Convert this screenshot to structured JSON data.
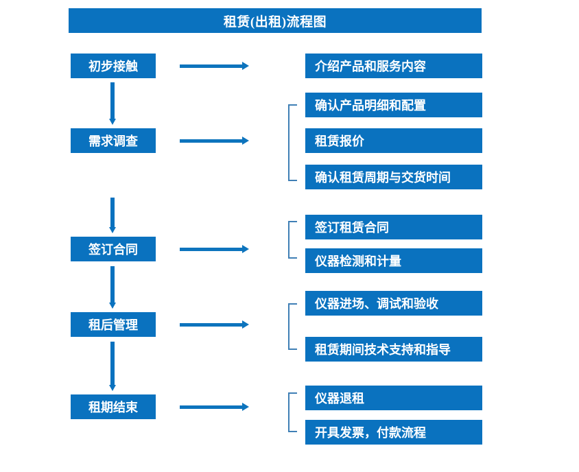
{
  "title": "租赁(出租)流程图",
  "colors": {
    "accent": "#0a72bf",
    "arrow": "#0d74bd",
    "bracket": "#3f7fb5",
    "text_on_accent": "#ffffff",
    "background": "#ffffff"
  },
  "stages": [
    {
      "label": "初步接触"
    },
    {
      "label": "需求调查"
    },
    {
      "label": "签订合同"
    },
    {
      "label": "租后管理"
    },
    {
      "label": "租期结束"
    }
  ],
  "details": [
    {
      "label": "介绍产品和服务内容"
    },
    {
      "label": "确认产品明细和配置"
    },
    {
      "label": "租赁报价"
    },
    {
      "label": "确认租赁周期与交货时间"
    },
    {
      "label": "签订租赁合同"
    },
    {
      "label": "仪器检测和计量"
    },
    {
      "label": "仪器进场、调试和验收"
    },
    {
      "label": "租赁期间技术支持和指导"
    },
    {
      "label": "仪器退租"
    },
    {
      "label": "开具发票，付款流程"
    }
  ]
}
